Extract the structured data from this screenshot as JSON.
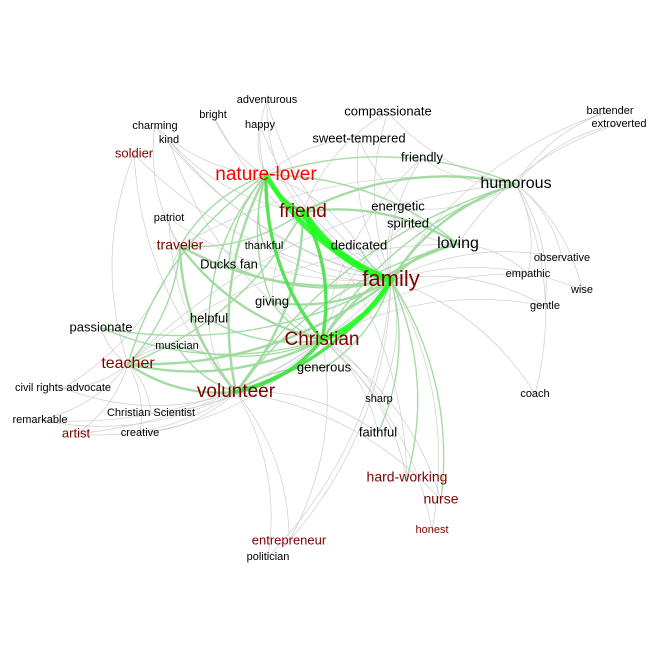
{
  "colors": {
    "background": "#ffffff",
    "edge_gray": "#c8c8c8",
    "edge_green_light": "#9ed99e",
    "edge_green": "#45e045",
    "edge_green_bright": "#22ff22",
    "node_black": "#000000",
    "node_darkred": "#800000",
    "node_red": "#ff0000"
  },
  "nodes": [
    {
      "id": "nature-lover",
      "label": "nature-lover",
      "color": "red",
      "weight": 5
    },
    {
      "id": "friend",
      "label": "friend",
      "color": "darkred",
      "weight": 5
    },
    {
      "id": "family",
      "label": "family",
      "color": "darkred",
      "weight": 6
    },
    {
      "id": "christian",
      "label": "Christian",
      "color": "darkred",
      "weight": 5
    },
    {
      "id": "volunteer",
      "label": "volunteer",
      "color": "darkred",
      "weight": 5
    },
    {
      "id": "humorous",
      "label": "humorous",
      "color": "black",
      "weight": 4
    },
    {
      "id": "loving",
      "label": "loving",
      "color": "black",
      "weight": 4
    },
    {
      "id": "teacher",
      "label": "teacher",
      "color": "darkred",
      "weight": 4
    },
    {
      "id": "traveler",
      "label": "traveler",
      "color": "darkred",
      "weight": 3
    },
    {
      "id": "soldier",
      "label": "soldier",
      "color": "darkred",
      "weight": 2
    },
    {
      "id": "hard-working",
      "label": "hard-working",
      "color": "darkred",
      "weight": 3
    },
    {
      "id": "nurse",
      "label": "nurse",
      "color": "darkred",
      "weight": 3
    },
    {
      "id": "artist",
      "label": "artist",
      "color": "darkred",
      "weight": 2
    },
    {
      "id": "entrepreneur",
      "label": "entrepreneur",
      "color": "darkred",
      "weight": 2
    },
    {
      "id": "honest",
      "label": "honest",
      "color": "darkred",
      "weight": 1
    },
    {
      "id": "adventurous",
      "label": "adventurous",
      "color": "black",
      "weight": 1
    },
    {
      "id": "bright",
      "label": "bright",
      "color": "black",
      "weight": 1
    },
    {
      "id": "happy",
      "label": "happy",
      "color": "black",
      "weight": 1
    },
    {
      "id": "charming",
      "label": "charming",
      "color": "black",
      "weight": 1
    },
    {
      "id": "kind",
      "label": "kind",
      "color": "black",
      "weight": 1
    },
    {
      "id": "compassionate",
      "label": "compassionate",
      "color": "black",
      "weight": 2
    },
    {
      "id": "sweet-tempered",
      "label": "sweet-tempered",
      "color": "black",
      "weight": 2
    },
    {
      "id": "friendly",
      "label": "friendly",
      "color": "black",
      "weight": 2
    },
    {
      "id": "bartender",
      "label": "bartender",
      "color": "black",
      "weight": 1
    },
    {
      "id": "extroverted",
      "label": "extroverted",
      "color": "black",
      "weight": 1
    },
    {
      "id": "patriot",
      "label": "patriot",
      "color": "black",
      "weight": 1
    },
    {
      "id": "energetic",
      "label": "energetic",
      "color": "black",
      "weight": 2
    },
    {
      "id": "spirited",
      "label": "spirited",
      "color": "black",
      "weight": 2
    },
    {
      "id": "dedicated",
      "label": "dedicated",
      "color": "black",
      "weight": 2
    },
    {
      "id": "thankful",
      "label": "thankful",
      "color": "black",
      "weight": 1
    },
    {
      "id": "ducks-fan",
      "label": "Ducks fan",
      "color": "black",
      "weight": 2
    },
    {
      "id": "observative",
      "label": "observative",
      "color": "black",
      "weight": 1
    },
    {
      "id": "empathic",
      "label": "empathic",
      "color": "black",
      "weight": 1
    },
    {
      "id": "wise",
      "label": "wise",
      "color": "black",
      "weight": 1
    },
    {
      "id": "gentle",
      "label": "gentle",
      "color": "black",
      "weight": 1
    },
    {
      "id": "giving",
      "label": "giving",
      "color": "black",
      "weight": 2
    },
    {
      "id": "helpful",
      "label": "helpful",
      "color": "black",
      "weight": 2
    },
    {
      "id": "passionate",
      "label": "passionate",
      "color": "black",
      "weight": 2
    },
    {
      "id": "musician",
      "label": "musician",
      "color": "black",
      "weight": 1
    },
    {
      "id": "generous",
      "label": "generous",
      "color": "black",
      "weight": 2
    },
    {
      "id": "civil-rights-advocate",
      "label": "civil rights advocate",
      "color": "black",
      "weight": 1
    },
    {
      "id": "remarkable",
      "label": "remarkable",
      "color": "black",
      "weight": 1
    },
    {
      "id": "christian-scientist",
      "label": "Christian Scientist",
      "color": "black",
      "weight": 1
    },
    {
      "id": "creative",
      "label": "creative",
      "color": "black",
      "weight": 1
    },
    {
      "id": "sharp",
      "label": "sharp",
      "color": "black",
      "weight": 1
    },
    {
      "id": "coach",
      "label": "coach",
      "color": "black",
      "weight": 1
    },
    {
      "id": "faithful",
      "label": "faithful",
      "color": "black",
      "weight": 2
    },
    {
      "id": "politician",
      "label": "politician",
      "color": "black",
      "weight": 1
    }
  ],
  "edges": [
    {
      "from": "friend",
      "to": "family",
      "strength": 5
    },
    {
      "from": "nature-lover",
      "to": "family",
      "strength": 4
    },
    {
      "from": "christian",
      "to": "family",
      "strength": 4
    },
    {
      "from": "volunteer",
      "to": "family",
      "strength": 3
    },
    {
      "from": "nature-lover",
      "to": "friend",
      "strength": 3
    },
    {
      "from": "christian",
      "to": "friend",
      "strength": 3
    },
    {
      "from": "nature-lover",
      "to": "christian",
      "strength": 3
    },
    {
      "from": "volunteer",
      "to": "christian",
      "strength": 3
    },
    {
      "from": "volunteer",
      "to": "friend",
      "strength": 2
    },
    {
      "from": "nature-lover",
      "to": "volunteer",
      "strength": 2
    },
    {
      "from": "loving",
      "to": "family",
      "strength": 2
    },
    {
      "from": "humorous",
      "to": "family",
      "strength": 2
    },
    {
      "from": "traveler",
      "to": "family",
      "strength": 2
    },
    {
      "from": "teacher",
      "to": "family",
      "strength": 2
    },
    {
      "from": "teacher",
      "to": "christian",
      "strength": 2
    },
    {
      "from": "teacher",
      "to": "volunteer",
      "strength": 2
    },
    {
      "from": "traveler",
      "to": "christian",
      "strength": 2
    },
    {
      "from": "traveler",
      "to": "volunteer",
      "strength": 2
    },
    {
      "from": "loving",
      "to": "friend",
      "strength": 2
    },
    {
      "from": "humorous",
      "to": "friend",
      "strength": 2
    },
    {
      "from": "humorous",
      "to": "nature-lover",
      "strength": 1
    },
    {
      "from": "loving",
      "to": "nature-lover",
      "strength": 1
    },
    {
      "from": "loving",
      "to": "christian",
      "strength": 2
    },
    {
      "from": "humorous",
      "to": "christian",
      "strength": 1
    },
    {
      "from": "giving",
      "to": "family",
      "strength": 2
    },
    {
      "from": "generous",
      "to": "family",
      "strength": 1
    },
    {
      "from": "ducks-fan",
      "to": "family",
      "strength": 1
    },
    {
      "from": "nature-lover",
      "to": "ducks-fan",
      "strength": 1
    },
    {
      "from": "nature-lover",
      "to": "thankful",
      "strength": 1
    },
    {
      "from": "nature-lover",
      "to": "helpful",
      "strength": 1
    },
    {
      "from": "nature-lover",
      "to": "giving",
      "strength": 1
    },
    {
      "from": "nature-lover",
      "to": "traveler",
      "strength": 1
    },
    {
      "from": "nature-lover",
      "to": "teacher",
      "strength": 1
    },
    {
      "from": "traveler",
      "to": "friend",
      "strength": 1
    },
    {
      "from": "teacher",
      "to": "friend",
      "strength": 1
    },
    {
      "from": "dedicated",
      "to": "family",
      "strength": 1
    },
    {
      "from": "hard-working",
      "to": "family",
      "strength": 1
    },
    {
      "from": "nurse",
      "to": "family",
      "strength": 1
    },
    {
      "from": "faithful",
      "to": "family",
      "strength": 1
    },
    {
      "from": "musician",
      "to": "christian",
      "strength": 1
    },
    {
      "from": "helpful",
      "to": "christian",
      "strength": 1
    },
    {
      "from": "generous",
      "to": "volunteer",
      "strength": 1
    },
    {
      "from": "musician",
      "to": "volunteer",
      "strength": 1
    },
    {
      "from": "giving",
      "to": "christian",
      "strength": 1
    },
    {
      "from": "loving",
      "to": "volunteer",
      "strength": 1
    },
    {
      "from": "humorous",
      "to": "volunteer",
      "strength": 1
    },
    {
      "from": "passionate",
      "to": "family",
      "strength": 1
    },
    {
      "from": "passionate",
      "to": "christian",
      "strength": 1
    },
    {
      "from": "teacher",
      "to": "traveler",
      "strength": 1
    },
    {
      "from": "adventurous",
      "to": "nature-lover",
      "strength": 0
    },
    {
      "from": "adventurous",
      "to": "friend",
      "strength": 0
    },
    {
      "from": "adventurous",
      "to": "family",
      "strength": 0
    },
    {
      "from": "bright",
      "to": "nature-lover",
      "strength": 0
    },
    {
      "from": "bright",
      "to": "family",
      "strength": 0
    },
    {
      "from": "happy",
      "to": "nature-lover",
      "strength": 0
    },
    {
      "from": "happy",
      "to": "family",
      "strength": 0
    },
    {
      "from": "charming",
      "to": "nature-lover",
      "strength": 0
    },
    {
      "from": "charming",
      "to": "traveler",
      "strength": 0
    },
    {
      "from": "kind",
      "to": "family",
      "strength": 0
    },
    {
      "from": "kind",
      "to": "christian",
      "strength": 0
    },
    {
      "from": "soldier",
      "to": "teacher",
      "strength": 0
    },
    {
      "from": "soldier",
      "to": "volunteer",
      "strength": 0
    },
    {
      "from": "soldier",
      "to": "family",
      "strength": 0
    },
    {
      "from": "compassionate",
      "to": "family",
      "strength": 0
    },
    {
      "from": "compassionate",
      "to": "humorous",
      "strength": 0
    },
    {
      "from": "compassionate",
      "to": "friend",
      "strength": 0
    },
    {
      "from": "sweet-tempered",
      "to": "family",
      "strength": 0
    },
    {
      "from": "sweet-tempered",
      "to": "loving",
      "strength": 0
    },
    {
      "from": "sweet-tempered",
      "to": "nature-lover",
      "strength": 0
    },
    {
      "from": "friendly",
      "to": "family",
      "strength": 0
    },
    {
      "from": "friendly",
      "to": "humorous",
      "strength": 0
    },
    {
      "from": "friendly",
      "to": "christian",
      "strength": 0
    },
    {
      "from": "bartender",
      "to": "humorous",
      "strength": 0
    },
    {
      "from": "bartender",
      "to": "family",
      "strength": 0
    },
    {
      "from": "extroverted",
      "to": "humorous",
      "strength": 0
    },
    {
      "from": "extroverted",
      "to": "loving",
      "strength": 0
    },
    {
      "from": "patriot",
      "to": "traveler",
      "strength": 0
    },
    {
      "from": "patriot",
      "to": "volunteer",
      "strength": 0
    },
    {
      "from": "patriot",
      "to": "family",
      "strength": 0
    },
    {
      "from": "energetic",
      "to": "family",
      "strength": 0
    },
    {
      "from": "energetic",
      "to": "humorous",
      "strength": 0
    },
    {
      "from": "spirited",
      "to": "loving",
      "strength": 0
    },
    {
      "from": "spirited",
      "to": "christian",
      "strength": 0
    },
    {
      "from": "observative",
      "to": "humorous",
      "strength": 0
    },
    {
      "from": "observative",
      "to": "family",
      "strength": 0
    },
    {
      "from": "empathic",
      "to": "humorous",
      "strength": 0
    },
    {
      "from": "empathic",
      "to": "loving",
      "strength": 0
    },
    {
      "from": "empathic",
      "to": "christian",
      "strength": 0
    },
    {
      "from": "wise",
      "to": "humorous",
      "strength": 0
    },
    {
      "from": "wise",
      "to": "family",
      "strength": 0
    },
    {
      "from": "gentle",
      "to": "humorous",
      "strength": 0
    },
    {
      "from": "gentle",
      "to": "christian",
      "strength": 0
    },
    {
      "from": "gentle",
      "to": "family",
      "strength": 0
    },
    {
      "from": "coach",
      "to": "humorous",
      "strength": 0
    },
    {
      "from": "coach",
      "to": "family",
      "strength": 0
    },
    {
      "from": "civil-rights-advocate",
      "to": "teacher",
      "strength": 0
    },
    {
      "from": "civil-rights-advocate",
      "to": "volunteer",
      "strength": 0
    },
    {
      "from": "civil-rights-advocate",
      "to": "traveler",
      "strength": 0
    },
    {
      "from": "remarkable",
      "to": "teacher",
      "strength": 0
    },
    {
      "from": "remarkable",
      "to": "volunteer",
      "strength": 0
    },
    {
      "from": "remarkable",
      "to": "christian",
      "strength": 0
    },
    {
      "from": "artist",
      "to": "teacher",
      "strength": 0
    },
    {
      "from": "artist",
      "to": "volunteer",
      "strength": 0
    },
    {
      "from": "artist",
      "to": "family",
      "strength": 0
    },
    {
      "from": "christian-scientist",
      "to": "teacher",
      "strength": 0
    },
    {
      "from": "christian-scientist",
      "to": "christian",
      "strength": 0
    },
    {
      "from": "creative",
      "to": "teacher",
      "strength": 0
    },
    {
      "from": "creative",
      "to": "volunteer",
      "strength": 0
    },
    {
      "from": "creative",
      "to": "christian",
      "strength": 0
    },
    {
      "from": "passionate",
      "to": "teacher",
      "strength": 0
    },
    {
      "from": "sharp",
      "to": "christian",
      "strength": 0
    },
    {
      "from": "sharp",
      "to": "family",
      "strength": 0
    },
    {
      "from": "faithful",
      "to": "christian",
      "strength": 0
    },
    {
      "from": "faithful",
      "to": "volunteer",
      "strength": 0
    },
    {
      "from": "hard-working",
      "to": "christian",
      "strength": 0
    },
    {
      "from": "hard-working",
      "to": "friend",
      "strength": 0
    },
    {
      "from": "nurse",
      "to": "christian",
      "strength": 0
    },
    {
      "from": "nurse",
      "to": "volunteer",
      "strength": 0
    },
    {
      "from": "honest",
      "to": "family",
      "strength": 0
    },
    {
      "from": "honest",
      "to": "christian",
      "strength": 0
    },
    {
      "from": "entrepreneur",
      "to": "family",
      "strength": 0
    },
    {
      "from": "entrepreneur",
      "to": "volunteer",
      "strength": 0
    },
    {
      "from": "entrepreneur",
      "to": "christian",
      "strength": 0
    },
    {
      "from": "politician",
      "to": "volunteer",
      "strength": 0
    },
    {
      "from": "politician",
      "to": "family",
      "strength": 0
    },
    {
      "from": "thankful",
      "to": "family",
      "strength": 0
    },
    {
      "from": "dedicated",
      "to": "nature-lover",
      "strength": 0
    },
    {
      "from": "musician",
      "to": "teacher",
      "strength": 0
    },
    {
      "from": "helpful",
      "to": "volunteer",
      "strength": 0
    },
    {
      "from": "humorous",
      "to": "teacher",
      "strength": 0
    },
    {
      "from": "humorous",
      "to": "traveler",
      "strength": 0
    },
    {
      "from": "loving",
      "to": "teacher",
      "strength": 0
    },
    {
      "from": "friend",
      "to": "giving",
      "strength": 0
    },
    {
      "from": "kind",
      "to": "friend",
      "strength": 0
    },
    {
      "from": "charming",
      "to": "family",
      "strength": 0
    }
  ]
}
